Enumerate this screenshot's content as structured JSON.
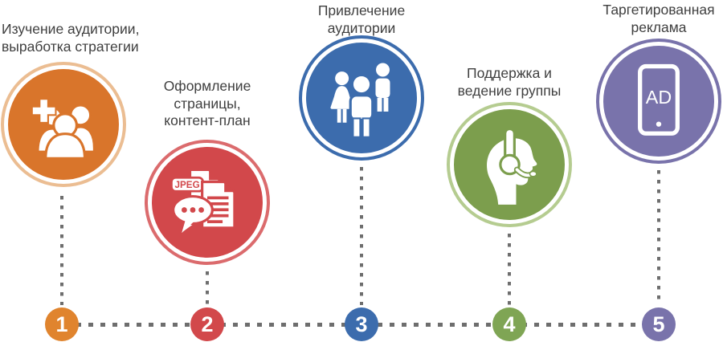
{
  "diagram": {
    "type": "process-timeline",
    "language": "ru",
    "connector_color": "#6E6E6E",
    "text_color": "#3F3F3F",
    "steps": [
      {
        "number": "1",
        "label": "Изучение аудитории, выработка стратегии",
        "label_lines": [
          "Изучение аудитории,",
          "выработка стратегии"
        ],
        "fill": "#D9752B",
        "ring": "#EBBD92",
        "badge": "#E0842E",
        "icon": "add-audience-group-icon"
      },
      {
        "number": "2",
        "label": "Оформление страницы, контент-план",
        "label_lines": [
          "Оформление",
          "страницы,",
          "контент-план"
        ],
        "fill": "#D2484B",
        "ring": "#DB6B6D",
        "badge": "#D2484B",
        "icon": "content-documents-icon",
        "icon_text": "JPEG"
      },
      {
        "number": "3",
        "label": "Привлечение аудитории",
        "label_lines": [
          "Привлечение",
          "аудитории"
        ],
        "fill": "#3C6CAD",
        "ring": "#3C6CAD",
        "badge": "#3C6CAD",
        "icon": "audience-people-icon"
      },
      {
        "number": "4",
        "label": "Поддержка и ведение группы",
        "label_lines": [
          "Поддержка и",
          "ведение группы"
        ],
        "fill": "#7C9E4D",
        "ring": "#B5CC90",
        "badge": "#7FA554",
        "icon": "support-headset-icon"
      },
      {
        "number": "5",
        "label": "Таргетированная реклама",
        "label_lines": [
          "Таргетированная",
          "реклама"
        ],
        "fill": "#7973AB",
        "ring": "#7973AB",
        "badge": "#7973AB",
        "icon": "mobile-ad-icon",
        "icon_text": "AD"
      }
    ]
  }
}
